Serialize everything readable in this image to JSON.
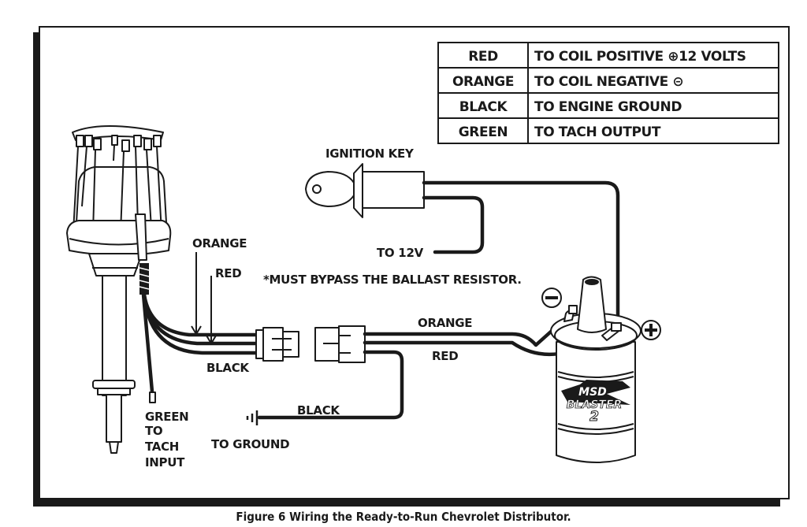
{
  "figure": {
    "caption": "Figure 6  Wiring the Ready-to-Run Chevrolet Distributor."
  },
  "legend_table": {
    "rows": [
      {
        "color": "RED",
        "connection": "TO COIL POSITIVE ⊕12 VOLTS"
      },
      {
        "color": "ORANGE",
        "connection": "TO COIL NEGATIVE ⊝"
      },
      {
        "color": "BLACK",
        "connection": "TO ENGINE GROUND"
      },
      {
        "color": "GREEN",
        "connection": "TO TACH OUTPUT"
      }
    ]
  },
  "components": {
    "distributor": "distributor",
    "ignition_key_label": "IGNITION KEY",
    "coil_brand": "MSD",
    "coil_model": "BLASTER",
    "coil_number": "2",
    "coil_negative_symbol": "−",
    "coil_positive_symbol": "+"
  },
  "labels": {
    "to_12v": "TO 12V",
    "ballast_note": "*MUST BYPASS THE BALLAST RESISTOR.",
    "orange_left": "ORANGE",
    "red_left": "RED",
    "black_left": "BLACK",
    "orange_right": "ORANGE",
    "red_right": "RED",
    "black_ground": "BLACK",
    "to_ground": "TO GROUND",
    "green_line1": "GREEN",
    "green_line2": "TO",
    "green_line3": "TACH",
    "green_line4": "INPUT"
  }
}
